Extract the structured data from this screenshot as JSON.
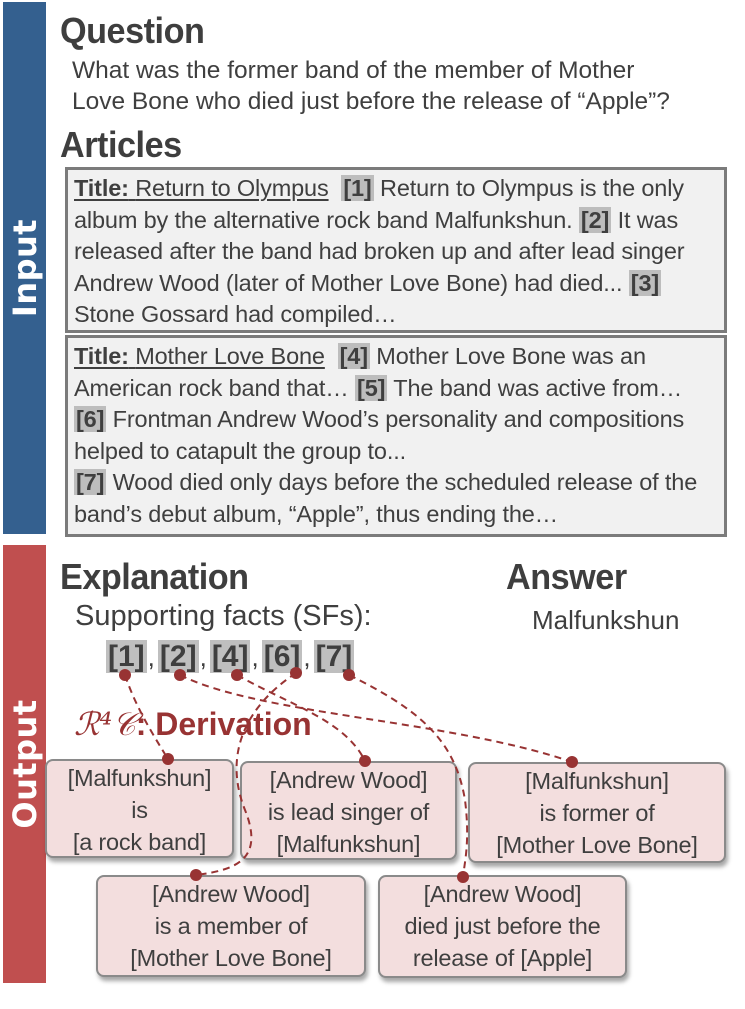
{
  "sidebar": {
    "input_label": "Input",
    "output_label": "Output",
    "input_color": "#34608f",
    "output_color": "#c04f4f"
  },
  "question": {
    "heading": "Question",
    "text_line1": "What was the former band of the member of Mother",
    "text_line2": "Love Bone who died just before the release of “Apple”?"
  },
  "articles": {
    "heading": "Articles",
    "items": [
      {
        "title_label": "Title:",
        "title": "Return to Olympus",
        "sentences": [
          {
            "ref": "[1]",
            "text": "Return to Olympus is the only album by the alternative rock band Malfunkshun."
          },
          {
            "ref": "[2]",
            "text": "It was released after the band had broken up and after lead singer Andrew Wood (later of Mother Love Bone) had died..."
          },
          {
            "ref": "[3]",
            "text": "Stone Gossard had compiled…"
          }
        ]
      },
      {
        "title_label": "Title:",
        "title": "Mother Love Bone",
        "sentences": [
          {
            "ref": "[4]",
            "text": "Mother Love Bone was an American rock band that…"
          },
          {
            "ref": "[5]",
            "text": "The band was active from…"
          },
          {
            "ref": "[6]",
            "text": "Frontman Andrew Wood’s personality and compositions helped to catapult the group to..."
          },
          {
            "ref": "[7]",
            "text": "Wood died only days before the scheduled release of the band’s debut album, “Apple”, thus ending the…"
          }
        ]
      }
    ]
  },
  "explanation": {
    "heading": "Explanation",
    "sf_label": "Supporting facts (SFs):",
    "supporting_facts": [
      "[1]",
      "[2]",
      "[4]",
      "[6]",
      "[7]"
    ],
    "separator": ","
  },
  "answer": {
    "heading": "Answer",
    "value": "Malfunkshun"
  },
  "derivation": {
    "title_script": "ℛ⁴𝒞",
    "title_rest": ": Derivation",
    "accent_color": "#983333",
    "boxes": [
      {
        "line1": "[Malfunkshun]",
        "line2": "is",
        "line3": "[a rock band]"
      },
      {
        "line1": "[Andrew Wood]",
        "line2": "is lead singer of",
        "line3": "[Malfunkshun]"
      },
      {
        "line1": "[Malfunkshun]",
        "line2": "is former of",
        "line3": "[Mother Love Bone]"
      },
      {
        "line1": "[Andrew Wood]",
        "line2": "is a member of",
        "line3": "[Mother Love Bone]"
      },
      {
        "line1": "[Andrew Wood]",
        "line2": "died just before the",
        "line3": "release of [Apple]"
      }
    ],
    "links": [
      {
        "from": "[1]",
        "to_box": 0
      },
      {
        "from": "[2]",
        "to_box": 2
      },
      {
        "from": "[4]",
        "to_box": 1
      },
      {
        "from": "[6]",
        "to_box": 3
      },
      {
        "from": "[7]",
        "to_box": 4
      }
    ]
  }
}
